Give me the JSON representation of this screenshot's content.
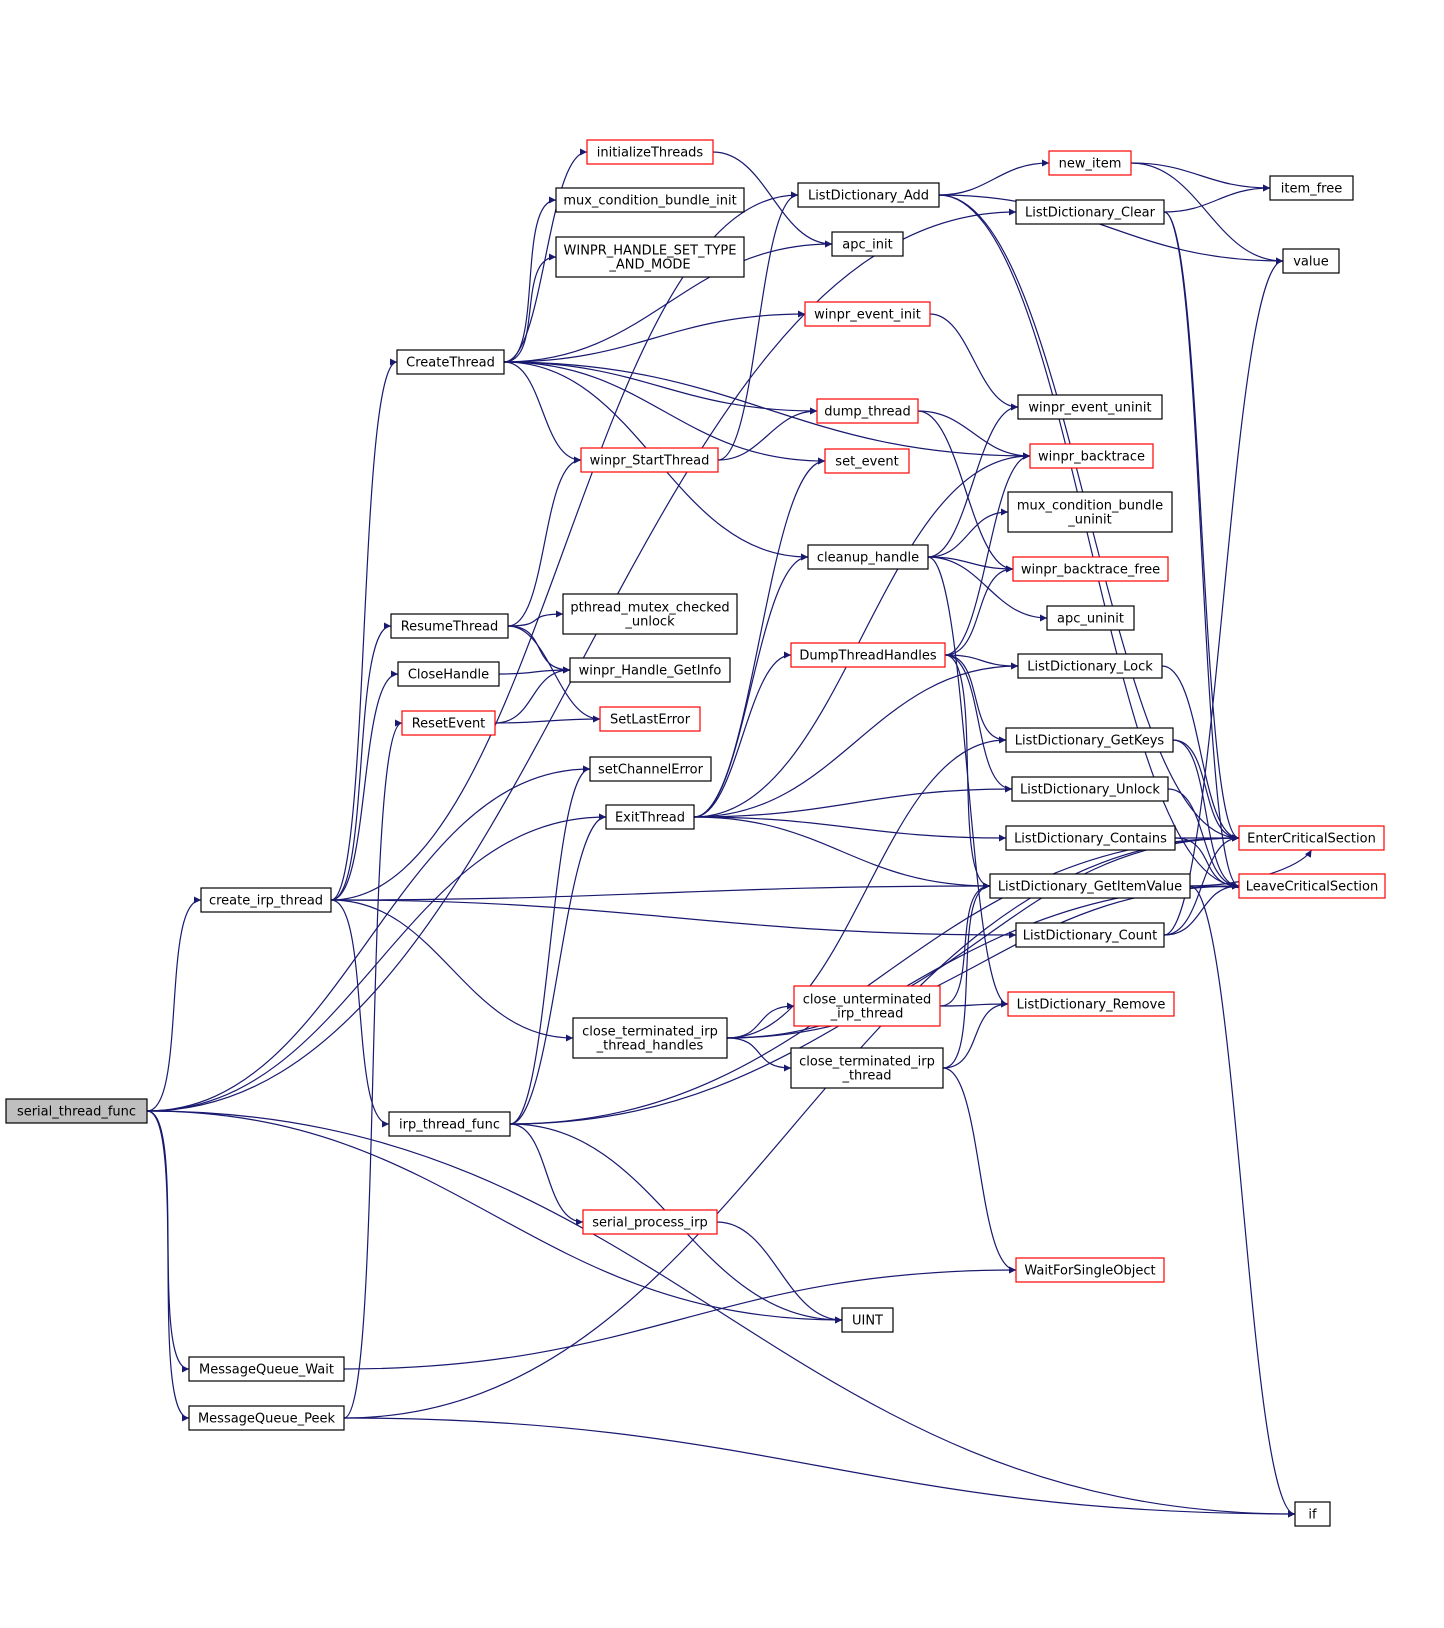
{
  "colors": {
    "edge": "#191970",
    "box_black": "#000000",
    "box_red": "#ff0000",
    "root_fill": "#bfbfbf",
    "node_fill": "#ffffff",
    "text": "#000000"
  },
  "nodes": [
    {
      "id": "serial_thread_func",
      "label": [
        "serial_thread_func"
      ],
      "border": "black",
      "root": true
    },
    {
      "id": "create_irp_thread",
      "label": [
        "create_irp_thread"
      ],
      "border": "black"
    },
    {
      "id": "CreateThread",
      "label": [
        "CreateThread"
      ],
      "border": "black"
    },
    {
      "id": "ResumeThread",
      "label": [
        "ResumeThread"
      ],
      "border": "black"
    },
    {
      "id": "CloseHandle",
      "label": [
        "CloseHandle"
      ],
      "border": "black"
    },
    {
      "id": "ResetEvent",
      "label": [
        "ResetEvent"
      ],
      "border": "red"
    },
    {
      "id": "irp_thread_func",
      "label": [
        "irp_thread_func"
      ],
      "border": "black"
    },
    {
      "id": "MessageQueue_Wait",
      "label": [
        "MessageQueue_Wait"
      ],
      "border": "black"
    },
    {
      "id": "MessageQueue_Peek",
      "label": [
        "MessageQueue_Peek"
      ],
      "border": "black"
    },
    {
      "id": "initializeThreads",
      "label": [
        "initializeThreads"
      ],
      "border": "red"
    },
    {
      "id": "mux_condition_bundle_init",
      "label": [
        "mux_condition_bundle_init"
      ],
      "border": "black"
    },
    {
      "id": "WINPR_HANDLE_SET_TYPE_AND_MODE",
      "label": [
        "WINPR_HANDLE_SET_TYPE",
        "_AND_MODE"
      ],
      "border": "black"
    },
    {
      "id": "winpr_StartThread",
      "label": [
        "winpr_StartThread"
      ],
      "border": "red"
    },
    {
      "id": "pthread_mutex_checked_unlock",
      "label": [
        "pthread_mutex_checked",
        "_unlock"
      ],
      "border": "black"
    },
    {
      "id": "winpr_Handle_GetInfo",
      "label": [
        "winpr_Handle_GetInfo"
      ],
      "border": "black"
    },
    {
      "id": "SetLastError",
      "label": [
        "SetLastError"
      ],
      "border": "red"
    },
    {
      "id": "setChannelError",
      "label": [
        "setChannelError"
      ],
      "border": "black"
    },
    {
      "id": "ExitThread",
      "label": [
        "ExitThread"
      ],
      "border": "black"
    },
    {
      "id": "close_terminated_irp_thread_handles",
      "label": [
        "close_terminated_irp",
        "_thread_handles"
      ],
      "border": "black"
    },
    {
      "id": "serial_process_irp",
      "label": [
        "serial_process_irp"
      ],
      "border": "red"
    },
    {
      "id": "ListDictionary_Add",
      "label": [
        "ListDictionary_Add"
      ],
      "border": "black"
    },
    {
      "id": "apc_init",
      "label": [
        "apc_init"
      ],
      "border": "black"
    },
    {
      "id": "winpr_event_init",
      "label": [
        "winpr_event_init"
      ],
      "border": "red"
    },
    {
      "id": "dump_thread",
      "label": [
        "dump_thread"
      ],
      "border": "red"
    },
    {
      "id": "set_event",
      "label": [
        "set_event"
      ],
      "border": "red"
    },
    {
      "id": "cleanup_handle",
      "label": [
        "cleanup_handle"
      ],
      "border": "black"
    },
    {
      "id": "DumpThreadHandles",
      "label": [
        "DumpThreadHandles"
      ],
      "border": "red"
    },
    {
      "id": "close_unterminated_irp_thread",
      "label": [
        "close_unterminated",
        "_irp_thread"
      ],
      "border": "red"
    },
    {
      "id": "close_terminated_irp_thread",
      "label": [
        "close_terminated_irp",
        "_thread"
      ],
      "border": "black"
    },
    {
      "id": "UINT",
      "label": [
        "UINT"
      ],
      "border": "black"
    },
    {
      "id": "new_item",
      "label": [
        "new_item"
      ],
      "border": "red"
    },
    {
      "id": "ListDictionary_Clear",
      "label": [
        "ListDictionary_Clear"
      ],
      "border": "black"
    },
    {
      "id": "winpr_event_uninit",
      "label": [
        "winpr_event_uninit"
      ],
      "border": "black"
    },
    {
      "id": "winpr_backtrace",
      "label": [
        "winpr_backtrace"
      ],
      "border": "red"
    },
    {
      "id": "mux_condition_bundle_uninit",
      "label": [
        "mux_condition_bundle",
        "_uninit"
      ],
      "border": "black"
    },
    {
      "id": "winpr_backtrace_free",
      "label": [
        "winpr_backtrace_free"
      ],
      "border": "red"
    },
    {
      "id": "apc_uninit",
      "label": [
        "apc_uninit"
      ],
      "border": "black"
    },
    {
      "id": "ListDictionary_Lock",
      "label": [
        "ListDictionary_Lock"
      ],
      "border": "black"
    },
    {
      "id": "ListDictionary_GetKeys",
      "label": [
        "ListDictionary_GetKeys"
      ],
      "border": "black"
    },
    {
      "id": "ListDictionary_Unlock",
      "label": [
        "ListDictionary_Unlock"
      ],
      "border": "black"
    },
    {
      "id": "ListDictionary_Contains",
      "label": [
        "ListDictionary_Contains"
      ],
      "border": "black"
    },
    {
      "id": "ListDictionary_GetItemValue",
      "label": [
        "ListDictionary_GetItemValue"
      ],
      "border": "black"
    },
    {
      "id": "ListDictionary_Count",
      "label": [
        "ListDictionary_Count"
      ],
      "border": "black"
    },
    {
      "id": "ListDictionary_Remove",
      "label": [
        "ListDictionary_Remove"
      ],
      "border": "red"
    },
    {
      "id": "WaitForSingleObject",
      "label": [
        "WaitForSingleObject"
      ],
      "border": "red"
    },
    {
      "id": "item_free",
      "label": [
        "item_free"
      ],
      "border": "black"
    },
    {
      "id": "value",
      "label": [
        "value"
      ],
      "border": "black"
    },
    {
      "id": "EnterCriticalSection",
      "label": [
        "EnterCriticalSection"
      ],
      "border": "red"
    },
    {
      "id": "LeaveCriticalSection",
      "label": [
        "LeaveCriticalSection"
      ],
      "border": "red"
    },
    {
      "id": "if",
      "label": [
        "if"
      ],
      "border": "black"
    }
  ],
  "edges": [
    [
      "serial_thread_func",
      "create_irp_thread"
    ],
    [
      "serial_thread_func",
      "ListDictionary_Clear"
    ],
    [
      "serial_thread_func",
      "setChannelError"
    ],
    [
      "serial_thread_func",
      "ExitThread"
    ],
    [
      "serial_thread_func",
      "UINT"
    ],
    [
      "serial_thread_func",
      "MessageQueue_Wait"
    ],
    [
      "serial_thread_func",
      "MessageQueue_Peek"
    ],
    [
      "serial_thread_func",
      "if"
    ],
    [
      "create_irp_thread",
      "CreateThread"
    ],
    [
      "create_irp_thread",
      "ResumeThread"
    ],
    [
      "create_irp_thread",
      "CloseHandle"
    ],
    [
      "create_irp_thread",
      "irp_thread_func"
    ],
    [
      "create_irp_thread",
      "ListDictionary_Add"
    ],
    [
      "create_irp_thread",
      "close_terminated_irp_thread_handles"
    ],
    [
      "create_irp_thread",
      "ListDictionary_GetItemValue"
    ],
    [
      "create_irp_thread",
      "ListDictionary_Count"
    ],
    [
      "CreateThread",
      "initializeThreads"
    ],
    [
      "CreateThread",
      "mux_condition_bundle_init"
    ],
    [
      "CreateThread",
      "WINPR_HANDLE_SET_TYPE_AND_MODE"
    ],
    [
      "CreateThread",
      "winpr_event_init"
    ],
    [
      "CreateThread",
      "apc_init"
    ],
    [
      "CreateThread",
      "winpr_backtrace"
    ],
    [
      "CreateThread",
      "dump_thread"
    ],
    [
      "CreateThread",
      "winpr_StartThread"
    ],
    [
      "CreateThread",
      "set_event"
    ],
    [
      "CreateThread",
      "cleanup_handle"
    ],
    [
      "initializeThreads",
      "apc_init"
    ],
    [
      "winpr_StartThread",
      "ListDictionary_Add"
    ],
    [
      "winpr_StartThread",
      "dump_thread"
    ],
    [
      "ResumeThread",
      "winpr_StartThread"
    ],
    [
      "ResumeThread",
      "pthread_mutex_checked_unlock"
    ],
    [
      "ResumeThread",
      "winpr_Handle_GetInfo"
    ],
    [
      "ResumeThread",
      "SetLastError"
    ],
    [
      "CloseHandle",
      "winpr_Handle_GetInfo"
    ],
    [
      "ResetEvent",
      "winpr_Handle_GetInfo"
    ],
    [
      "ResetEvent",
      "SetLastError"
    ],
    [
      "irp_thread_func",
      "setChannelError"
    ],
    [
      "irp_thread_func",
      "ExitThread"
    ],
    [
      "irp_thread_func",
      "serial_process_irp"
    ],
    [
      "irp_thread_func",
      "UINT"
    ],
    [
      "irp_thread_func",
      "EnterCriticalSection"
    ],
    [
      "irp_thread_func",
      "LeaveCriticalSection"
    ],
    [
      "serial_process_irp",
      "UINT"
    ],
    [
      "MessageQueue_Wait",
      "WaitForSingleObject"
    ],
    [
      "MessageQueue_Peek",
      "ResetEvent"
    ],
    [
      "MessageQueue_Peek",
      "EnterCriticalSection"
    ],
    [
      "MessageQueue_Peek",
      "if"
    ],
    [
      "ExitThread",
      "set_event"
    ],
    [
      "ExitThread",
      "winpr_backtrace"
    ],
    [
      "ExitThread",
      "cleanup_handle"
    ],
    [
      "ExitThread",
      "DumpThreadHandles"
    ],
    [
      "ExitThread",
      "ListDictionary_Lock"
    ],
    [
      "ExitThread",
      "ListDictionary_Unlock"
    ],
    [
      "ExitThread",
      "ListDictionary_Contains"
    ],
    [
      "ExitThread",
      "ListDictionary_GetItemValue"
    ],
    [
      "close_terminated_irp_thread_handles",
      "ListDictionary_GetKeys"
    ],
    [
      "close_terminated_irp_thread_handles",
      "close_unterminated_irp_thread"
    ],
    [
      "close_terminated_irp_thread_handles",
      "close_terminated_irp_thread"
    ],
    [
      "close_terminated_irp_thread_handles",
      "EnterCriticalSection"
    ],
    [
      "close_terminated_irp_thread_handles",
      "LeaveCriticalSection"
    ],
    [
      "close_unterminated_irp_thread",
      "ListDictionary_GetItemValue"
    ],
    [
      "close_unterminated_irp_thread",
      "ListDictionary_Remove"
    ],
    [
      "close_terminated_irp_thread",
      "ListDictionary_GetItemValue"
    ],
    [
      "close_terminated_irp_thread",
      "ListDictionary_Remove"
    ],
    [
      "close_terminated_irp_thread",
      "WaitForSingleObject"
    ],
    [
      "ListDictionary_Add",
      "new_item"
    ],
    [
      "ListDictionary_Add",
      "value"
    ],
    [
      "ListDictionary_Add",
      "EnterCriticalSection"
    ],
    [
      "ListDictionary_Add",
      "LeaveCriticalSection"
    ],
    [
      "new_item",
      "item_free"
    ],
    [
      "new_item",
      "value"
    ],
    [
      "ListDictionary_Clear",
      "item_free"
    ],
    [
      "ListDictionary_Clear",
      "EnterCriticalSection"
    ],
    [
      "ListDictionary_Clear",
      "LeaveCriticalSection"
    ],
    [
      "winpr_event_init",
      "winpr_event_uninit"
    ],
    [
      "dump_thread",
      "winpr_backtrace"
    ],
    [
      "dump_thread",
      "winpr_backtrace_free"
    ],
    [
      "cleanup_handle",
      "winpr_event_uninit"
    ],
    [
      "cleanup_handle",
      "mux_condition_bundle_uninit"
    ],
    [
      "cleanup_handle",
      "winpr_backtrace_free"
    ],
    [
      "cleanup_handle",
      "apc_uninit"
    ],
    [
      "cleanup_handle",
      "ListDictionary_Remove"
    ],
    [
      "DumpThreadHandles",
      "winpr_backtrace"
    ],
    [
      "DumpThreadHandles",
      "winpr_backtrace_free"
    ],
    [
      "DumpThreadHandles",
      "ListDictionary_Lock"
    ],
    [
      "DumpThreadHandles",
      "ListDictionary_GetKeys"
    ],
    [
      "DumpThreadHandles",
      "ListDictionary_Unlock"
    ],
    [
      "DumpThreadHandles",
      "ListDictionary_GetItemValue"
    ],
    [
      "ListDictionary_Lock",
      "EnterCriticalSection"
    ],
    [
      "ListDictionary_GetKeys",
      "EnterCriticalSection"
    ],
    [
      "ListDictionary_GetKeys",
      "LeaveCriticalSection"
    ],
    [
      "ListDictionary_Unlock",
      "LeaveCriticalSection"
    ],
    [
      "ListDictionary_Contains",
      "EnterCriticalSection"
    ],
    [
      "ListDictionary_Contains",
      "LeaveCriticalSection"
    ],
    [
      "ListDictionary_GetItemValue",
      "EnterCriticalSection"
    ],
    [
      "ListDictionary_GetItemValue",
      "LeaveCriticalSection"
    ],
    [
      "ListDictionary_GetItemValue",
      "if"
    ],
    [
      "ListDictionary_Count",
      "value"
    ],
    [
      "ListDictionary_Count",
      "EnterCriticalSection"
    ],
    [
      "ListDictionary_Count",
      "LeaveCriticalSection"
    ]
  ]
}
